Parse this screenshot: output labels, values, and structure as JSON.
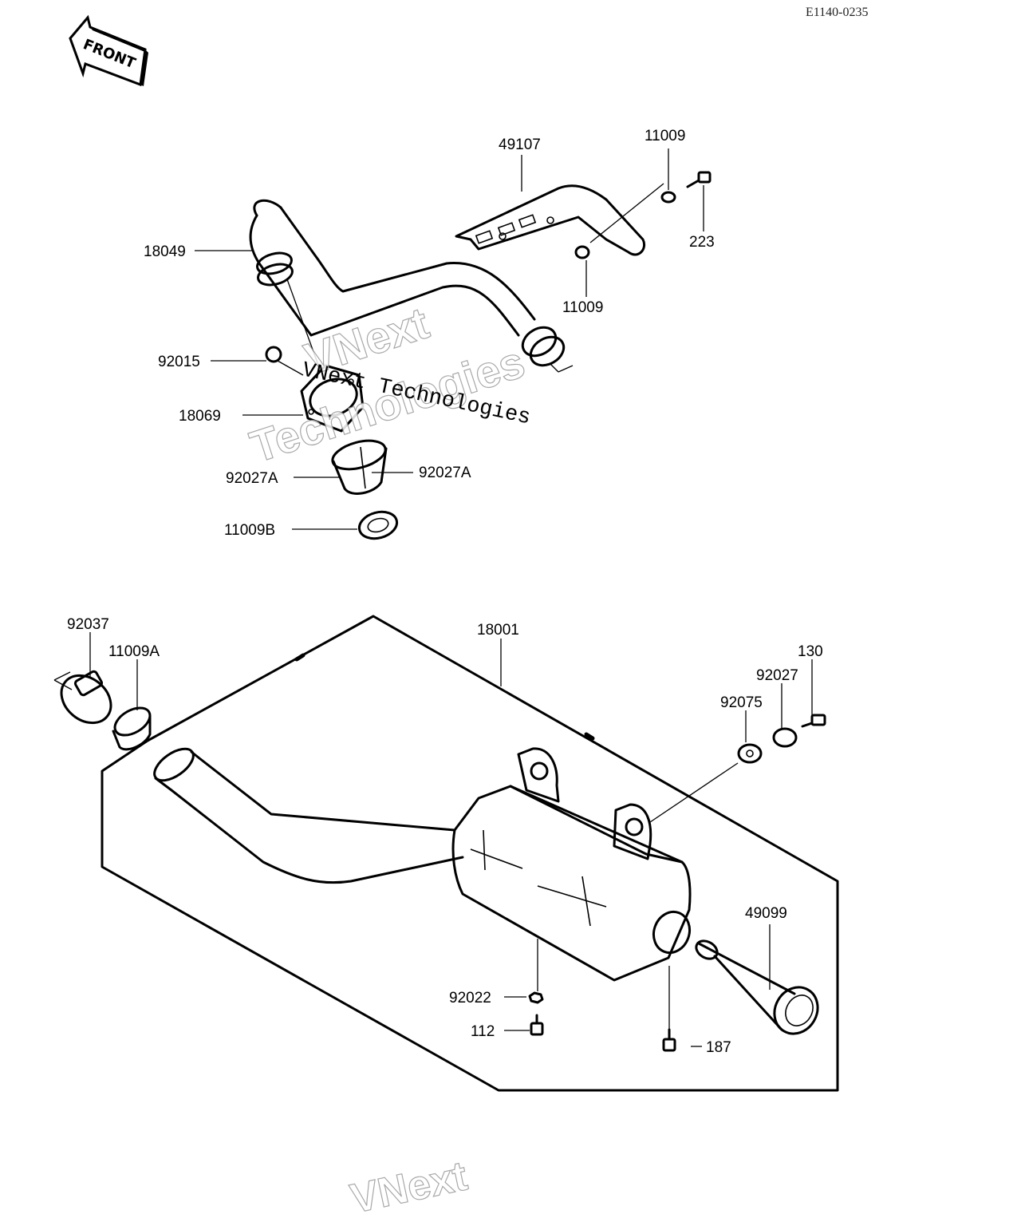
{
  "diagram": {
    "drawing_ref": "E1140-0235",
    "front_arrow_label": "FRONT",
    "watermarks": [
      "VNext",
      "Technologies",
      "VNext Technologies",
      "VNext"
    ],
    "upper_assembly": {
      "labels": {
        "p49107": "49107",
        "p11009_top": "11009",
        "p223": "223",
        "p18049": "18049",
        "p11009_low": "11009",
        "p92015": "92015",
        "p18069": "18069",
        "p92027A_left": "92027A",
        "p92027A_right": "92027A",
        "p11009B": "11009B"
      }
    },
    "lower_assembly": {
      "labels": {
        "p92037": "92037",
        "p11009A": "11009A",
        "p18001": "18001",
        "p130": "130",
        "p92027": "92027",
        "p92075": "92075",
        "p49099": "49099",
        "p92022": "92022",
        "p112": "112",
        "p187": "187"
      }
    }
  }
}
